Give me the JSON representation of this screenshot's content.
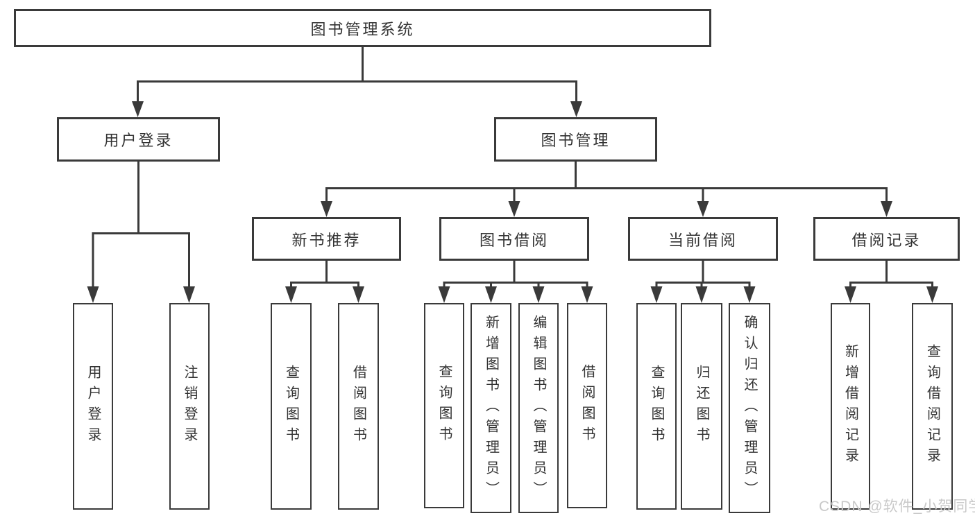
{
  "diagram": {
    "type": "hierarchy-tree",
    "background": "#ffffff",
    "line_color": "#3a3a3a",
    "text_color": "#333333",
    "watermark": {
      "text": "CSDN @软件_小贺同学",
      "color": "#c9c9c9"
    }
  },
  "tree": {
    "root": {
      "label": "图书管理系统"
    },
    "children": [
      {
        "label": "用户登录",
        "children": [
          {
            "label": "用户登录"
          },
          {
            "label": "注销登录"
          }
        ]
      },
      {
        "label": "图书管理",
        "children": [
          {
            "label": "新书推荐",
            "children": [
              {
                "label": "查询图书"
              },
              {
                "label": "借阅图书"
              }
            ]
          },
          {
            "label": "图书借阅",
            "children": [
              {
                "label": "查询图书"
              },
              {
                "label": "新增图书（管理员）"
              },
              {
                "label": "编辑图书（管理员）"
              },
              {
                "label": "借阅图书"
              }
            ]
          },
          {
            "label": "当前借阅",
            "children": [
              {
                "label": "查询图书"
              },
              {
                "label": "归还图书"
              },
              {
                "label": "确认归还（管理员）"
              }
            ]
          },
          {
            "label": "借阅记录",
            "children": [
              {
                "label": "新增借阅记录"
              },
              {
                "label": "查询借阅记录"
              }
            ]
          }
        ]
      }
    ]
  }
}
